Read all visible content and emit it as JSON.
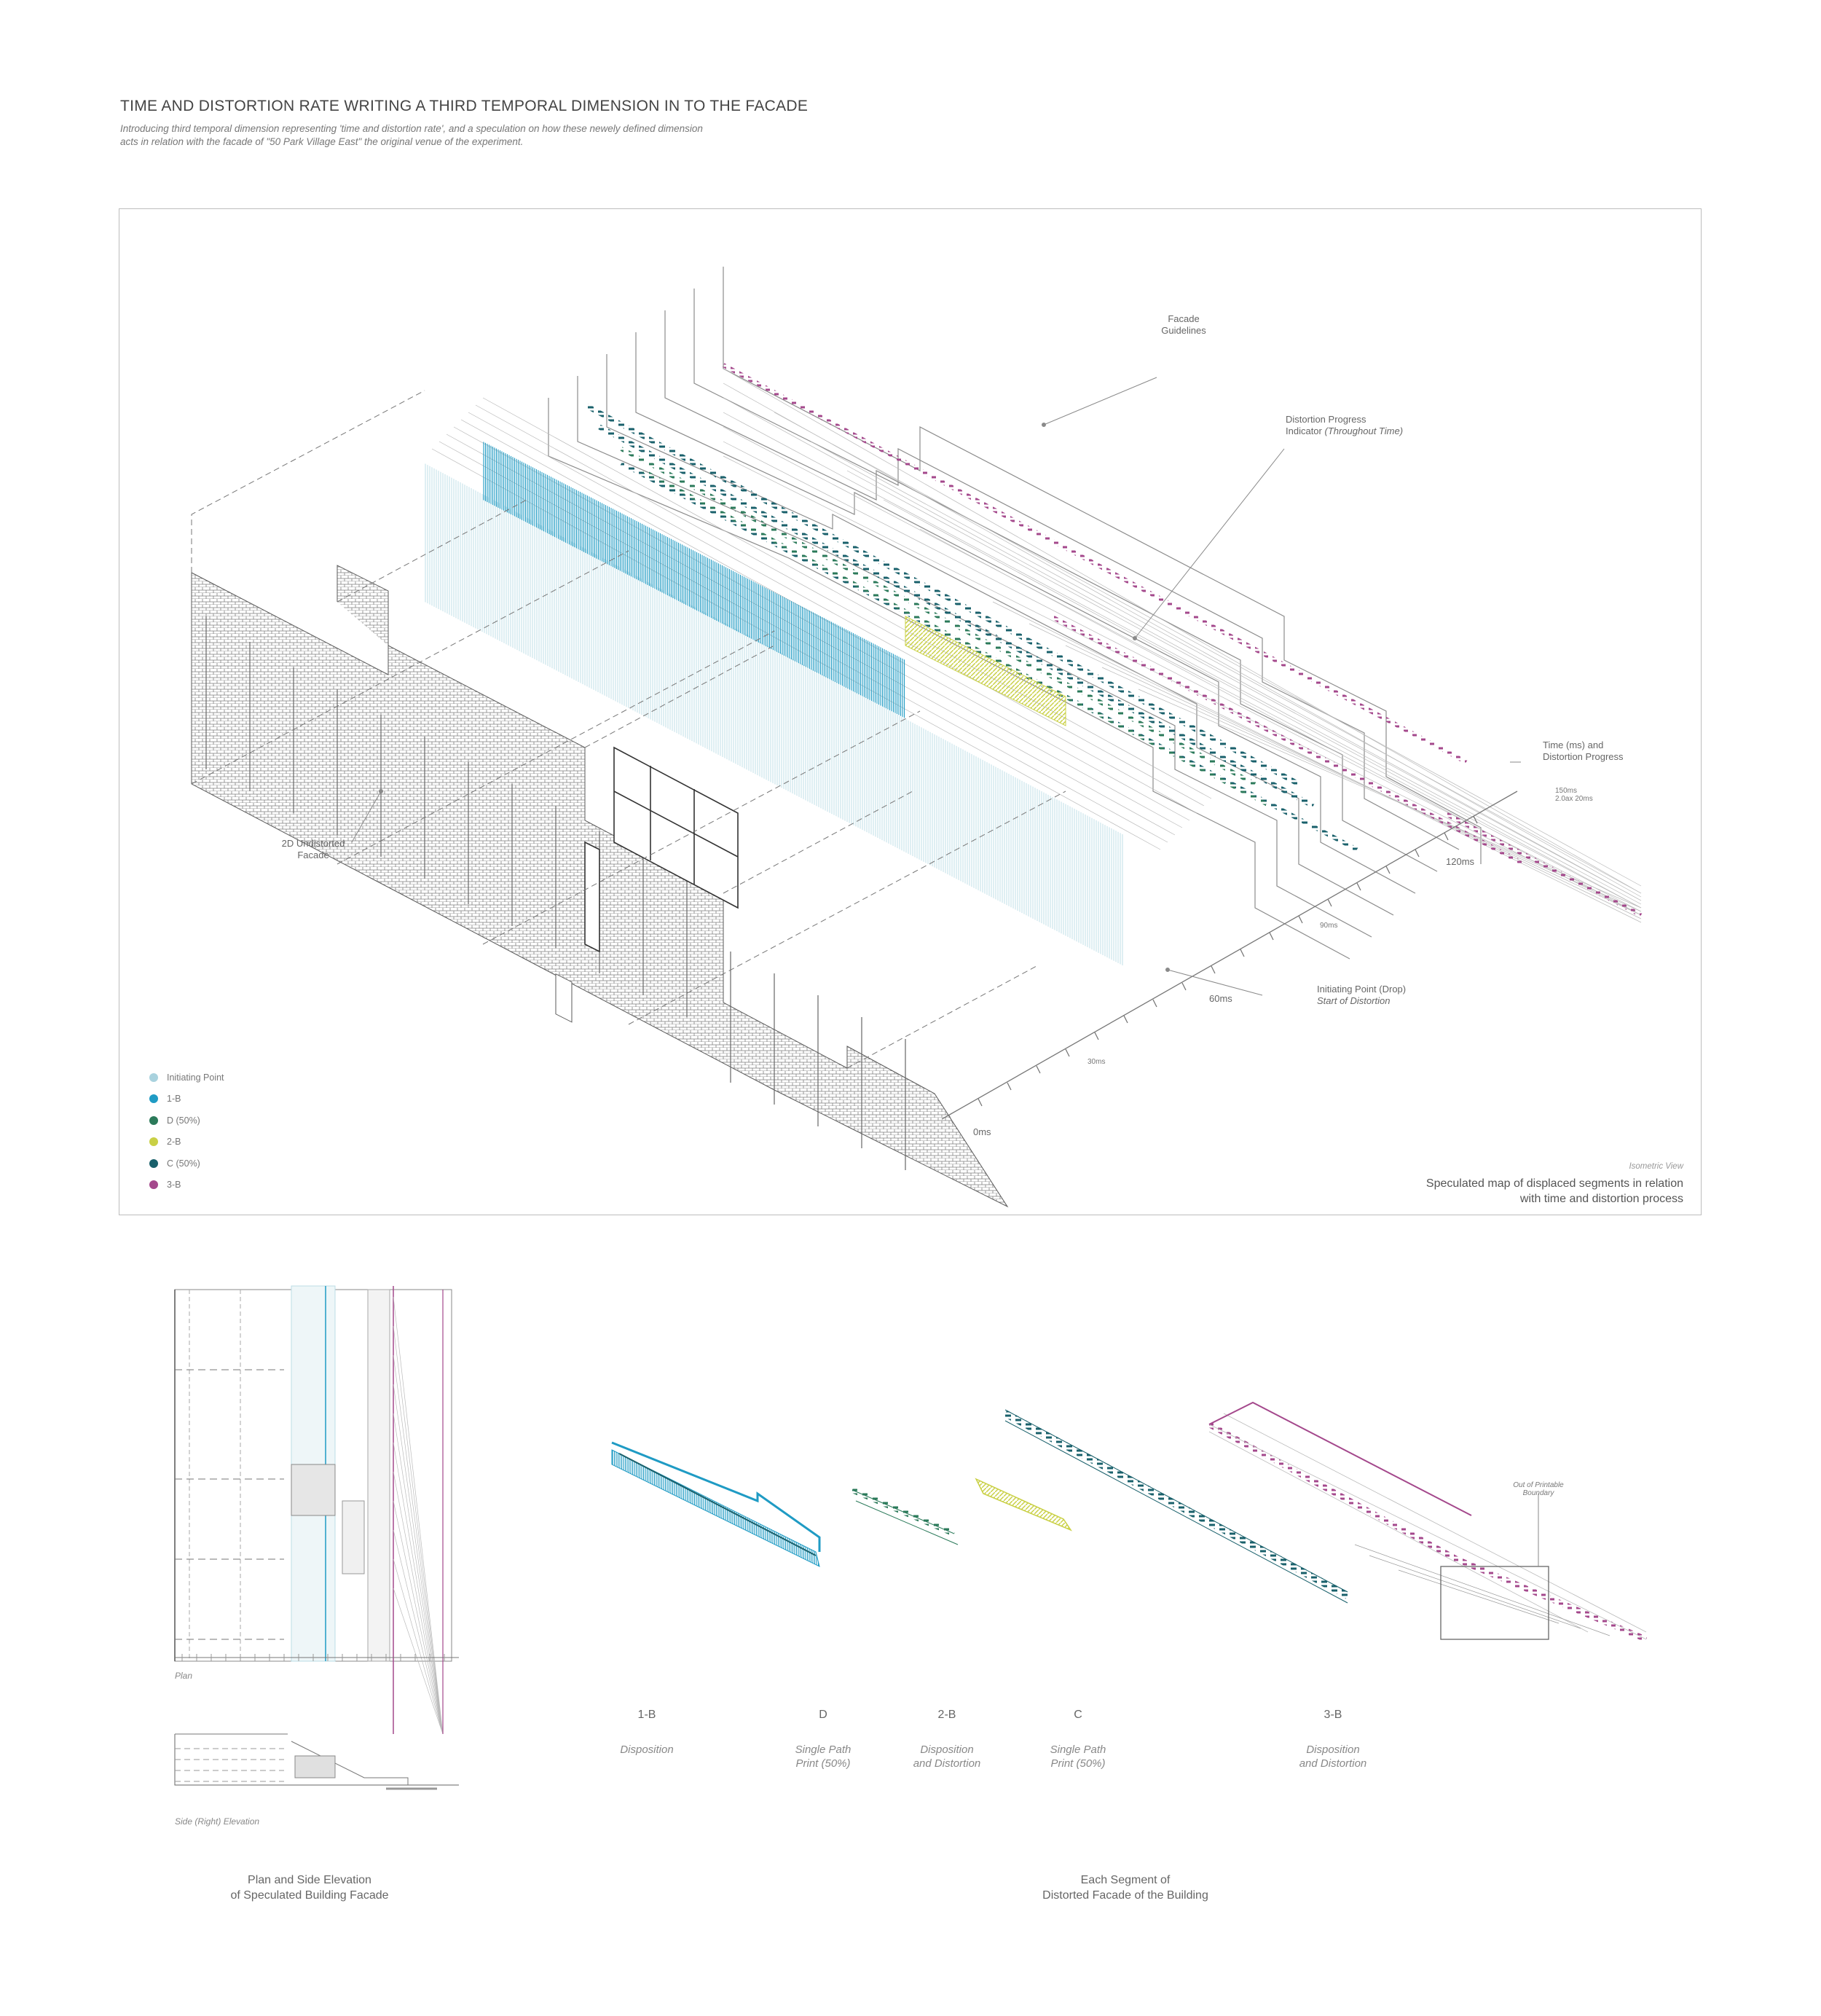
{
  "header": {
    "title": "TIME AND DISTORTION RATE WRITING A THIRD TEMPORAL DIMENSION IN TO THE FACADE",
    "subtitle_line1": "Introducing third temporal dimension representing 'time and distortion rate', and a speculation on how these newely defined dimension",
    "subtitle_line2": "acts in relation with the facade of \"50 Park Village East\" the original venue of the experiment."
  },
  "iso": {
    "labels": {
      "facade_guidelines_1": "Facade",
      "facade_guidelines_2": "Guidelines",
      "distortion_progress_1": "Distortion Progress",
      "distortion_progress_2": "Indicator",
      "distortion_progress_2i": "(Throughout Time)",
      "time_distortion_1": "Time (ms) and",
      "time_distortion_2": "Distortion Progress",
      "time_small_1": "150ms",
      "time_small_2": "2.0ax 20ms",
      "undistorted_1": "2D Undistorted",
      "undistorted_2": "Facade",
      "initiating_1": "Initiating Point (Drop)",
      "initiating_2": "Start of Distortion"
    },
    "ticks": {
      "t0": "0ms",
      "t30": "30ms",
      "t60": "60ms",
      "t90": "90ms",
      "t120": "120ms"
    },
    "caption_kicker": "Isometric View",
    "caption_line1": "Speculated map of displaced segments in relation",
    "caption_line2": "with time and distortion process"
  },
  "legend": [
    {
      "label": "Initiating Point",
      "color": "#a9d2de"
    },
    {
      "label": "1-B",
      "color": "#1f9bc4"
    },
    {
      "label": "D (50%)",
      "color": "#2b7a5a"
    },
    {
      "label": "2-B",
      "color": "#c9d045"
    },
    {
      "label": "C (50%)",
      "color": "#19606b"
    },
    {
      "label": "3-B",
      "color": "#a4488c"
    }
  ],
  "plan": {
    "plan_label": "Plan",
    "side_label": "Side (Right) Elevation",
    "caption_line1": "Plan and Side Elevation",
    "caption_line2": "of Speculated Building Facade"
  },
  "segments": {
    "items": [
      {
        "code": "1-B",
        "desc1": "Disposition",
        "desc2": ""
      },
      {
        "code": "D",
        "desc1": "Single Path",
        "desc2": "Print (50%)"
      },
      {
        "code": "2-B",
        "desc1": "Disposition",
        "desc2": "and Distortion"
      },
      {
        "code": "C",
        "desc1": "Single Path",
        "desc2": "Print (50%)"
      },
      {
        "code": "3-B",
        "desc1": "Disposition",
        "desc2": "and Distortion"
      }
    ],
    "out_of_bounds_1": "Out of Printable",
    "out_of_bounds_2": "Boundary",
    "caption_line1": "Each Segment of",
    "caption_line2": "Distorted Facade of the Building"
  },
  "colors": {
    "initiating": "#a9d2de",
    "b1": "#1f9bc4",
    "d": "#2b7a5a",
    "b2": "#c9d045",
    "c": "#19606b",
    "b3": "#a4488c",
    "line": "#9a9a9a"
  }
}
